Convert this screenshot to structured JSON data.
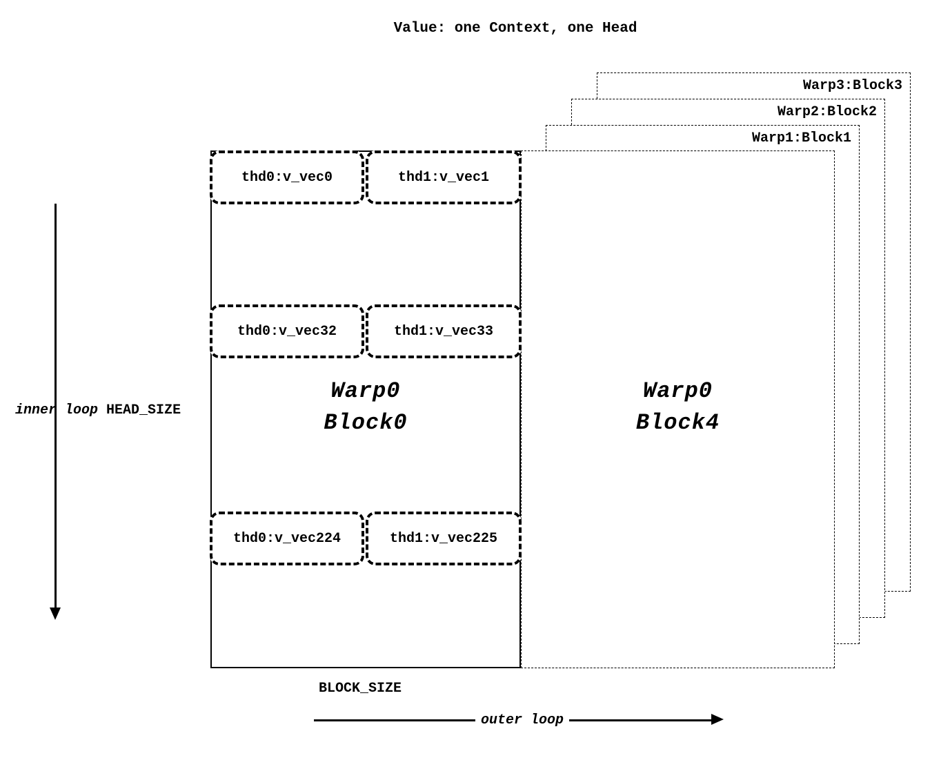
{
  "title": "Value: one Context, one Head",
  "axes": {
    "inner_loop": "inner loop",
    "head_size": "HEAD_SIZE",
    "block_size": "BLOCK_SIZE",
    "outer_loop": "outer loop"
  },
  "main_block": {
    "warp": "Warp0",
    "block": "Block0",
    "vec_rows": [
      {
        "left": "thd0:v_vec0",
        "right": "thd1:v_vec1"
      },
      {
        "left": "thd0:v_vec32",
        "right": "thd1:v_vec33"
      },
      {
        "left": "thd0:v_vec224",
        "right": "thd1:v_vec225"
      }
    ]
  },
  "front_block": {
    "warp": "Warp0",
    "block": "Block4"
  },
  "stacked_blocks": [
    {
      "label": "Warp1:Block1"
    },
    {
      "label": "Warp2:Block2"
    },
    {
      "label": "Warp3:Block3"
    }
  ],
  "colors": {
    "ink": "#000000",
    "background": "#ffffff"
  }
}
